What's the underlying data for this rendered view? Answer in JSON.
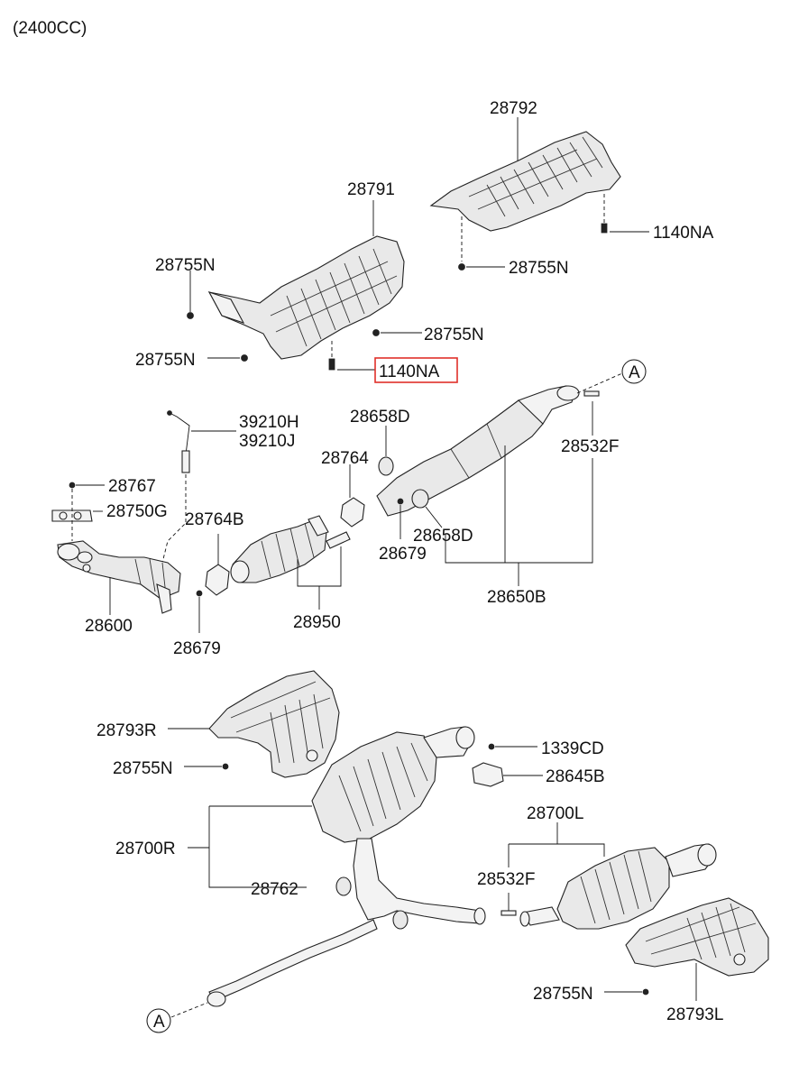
{
  "header": {
    "engine_label": "(2400CC)"
  },
  "labels": {
    "p28792": "28792",
    "p28791": "28791",
    "p1140NA_top": "1140NA",
    "p28755N_a": "28755N",
    "p28755N_b": "28755N",
    "p28755N_c": "28755N",
    "p28755N_d": "28755N",
    "p1140NA_sel": "1140NA",
    "p39210H": "39210H",
    "p39210J": "39210J",
    "p28658D_a": "28658D",
    "p28764": "28764",
    "p28532F_a": "28532F",
    "p28767": "28767",
    "p28750G": "28750G",
    "p28764B": "28764B",
    "p28658D_b": "28658D",
    "p28679_a": "28679",
    "p28600": "28600",
    "p28950": "28950",
    "p28650B": "28650B",
    "p28679_b": "28679",
    "p28793R": "28793R",
    "p28755N_e": "28755N",
    "p1339CD": "1339CD",
    "p28645B": "28645B",
    "p28700L": "28700L",
    "p28700R": "28700R",
    "p28532F_b": "28532F",
    "p28762": "28762",
    "p28755N_f": "28755N",
    "p28793L": "28793L",
    "ref_A_top": "A",
    "ref_A_bottom": "A"
  },
  "selection": {
    "highlighted_part": "1140NA",
    "highlight_color": "#e0302a"
  }
}
